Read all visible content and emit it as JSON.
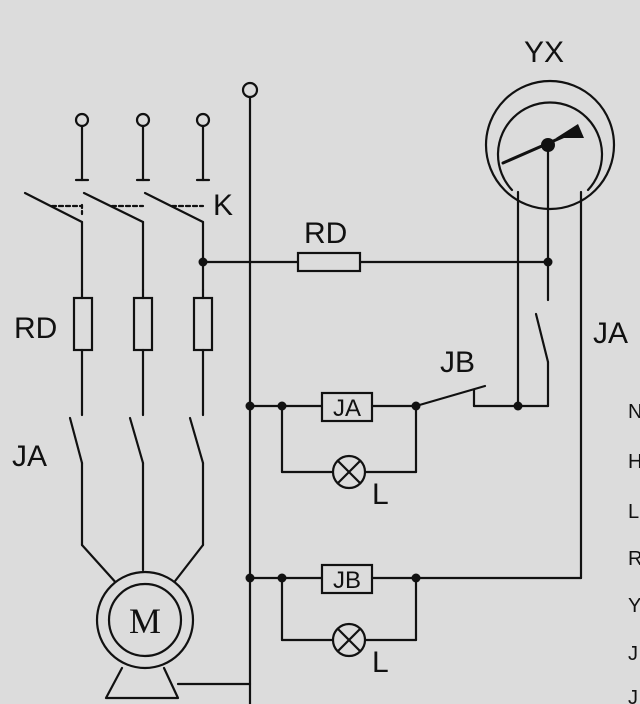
{
  "labels": {
    "gauge": "YX",
    "breaker": "K",
    "fuse_main": "RD",
    "fuse_side": "RD",
    "contactor_side": "JA",
    "relay_contact_jb": "JB",
    "relay_contact_ja": "JA",
    "coil_ja": "JA",
    "coil_jb": "JB",
    "lamp_1": "L",
    "lamp_2": "L",
    "motor": "M"
  },
  "cropped_text": [
    "N",
    "H",
    "L",
    "R",
    "Y",
    "J",
    "J"
  ],
  "colors": {
    "background": "#dcdcdc",
    "ink": "#111111"
  }
}
